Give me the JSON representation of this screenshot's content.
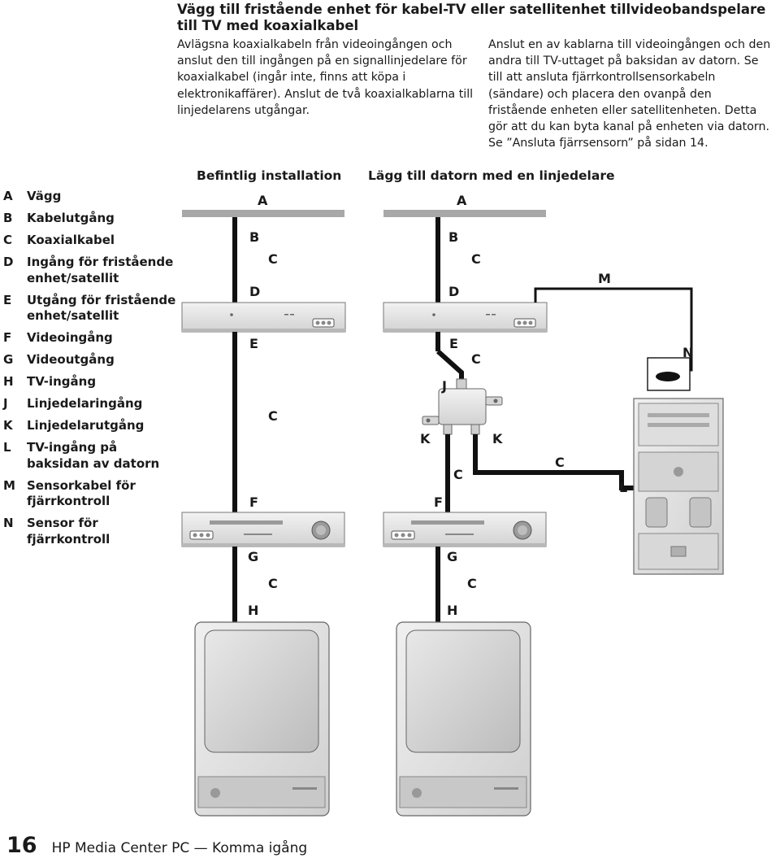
{
  "title": "Vägg till fristående enhet för kabel-TV eller satellitenhet tillvideobandspelare till TV med koaxialkabel",
  "paragraphs": {
    "left": "Avlägsna koaxialkabeln från videoingången och anslut den till ingången på en signallinjedelare för koaxialkabel (ingår inte, finns att köpa i elektronikaffärer). Anslut de två koaxialkablarna till linjedelarens utgångar.",
    "right": "Anslut en av kablarna till videoingången och den andra till TV-uttaget på baksidan av datorn. Se till att ansluta fjärrkontrollsensorkabeln (sändare) och placera den ovanpå den fristående enheten eller satellitenheten. Detta gör att du kan byta kanal på enheten via datorn. Se ”Ansluta fjärrsensorn” på sidan 14."
  },
  "diagram": {
    "existing_heading": "Befintlig installation",
    "new_heading": "Lägg till datorn med en linjedelare",
    "letters": {
      "A": "A",
      "B": "B",
      "C": "C",
      "D": "D",
      "E": "E",
      "F": "F",
      "G": "G",
      "H": "H",
      "J": "J",
      "K": "K",
      "L": "L",
      "M": "M",
      "N": "N"
    }
  },
  "legend": [
    {
      "key": "A",
      "label": "Vägg"
    },
    {
      "key": "B",
      "label": "Kabelutgång"
    },
    {
      "key": "C",
      "label": "Koaxialkabel"
    },
    {
      "key": "D",
      "label": "Ingång för fristående enhet/satellit"
    },
    {
      "key": "E",
      "label": "Utgång för fristående enhet/satellit"
    },
    {
      "key": "F",
      "label": "Videoingång"
    },
    {
      "key": "G",
      "label": "Videoutgång"
    },
    {
      "key": "H",
      "label": "TV-ingång"
    },
    {
      "key": "J",
      "label": "Linjedelaringång"
    },
    {
      "key": "K",
      "label": "Linjedelarutgång"
    },
    {
      "key": "L",
      "label": "TV-ingång på baksidan av datorn"
    },
    {
      "key": "M",
      "label": "Sensorkabel för fjärrkontroll"
    },
    {
      "key": "N",
      "label": "Sensor för fjärrkontroll"
    }
  ],
  "footer": {
    "page_number": "16",
    "text": "HP Media Center PC — Komma igång"
  },
  "colors": {
    "text": "#1a1a1a",
    "device_fill": "#e6e6e6",
    "device_shade": "#bdbdbd",
    "cable": "#111111"
  }
}
